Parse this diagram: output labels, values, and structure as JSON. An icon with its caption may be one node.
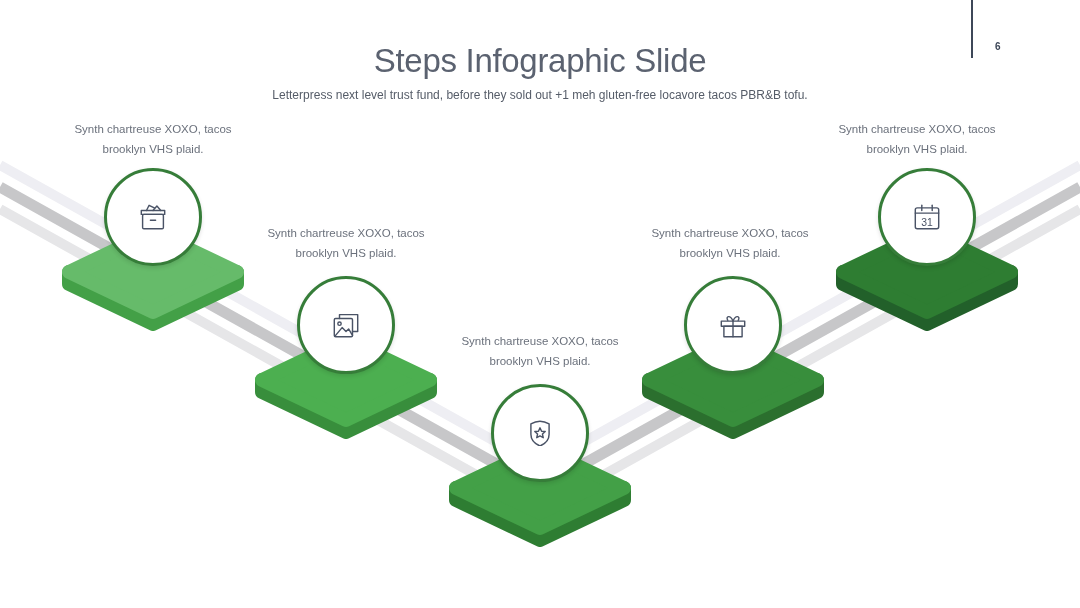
{
  "diagram": {
    "title": "Steps Infographic Slide",
    "nodes": [
      {
        "text": [],
        "shape": "circle",
        "beside": [
          "Synth chartreuse XOXO, tacos brooklyn VHS plaid."
        ]
      },
      {
        "text": [],
        "shape": "circle",
        "beside": [
          "Synth chartreuse XOXO, tacos brooklyn VHS plaid."
        ]
      },
      {
        "text": [],
        "shape": "circle",
        "beside": [
          "Synth chartreuse XOXO, tacos brooklyn VHS plaid."
        ]
      },
      {
        "text": [],
        "shape": "circle",
        "beside": [
          "Synth chartreuse XOXO, tacos brooklyn VHS plaid."
        ]
      },
      {
        "text": [
          "31"
        ],
        "beside": [
          "Synth chartreuse XOXO, tacos brooklyn VHS plaid."
        ]
      }
    ],
    "labels": [
      "6",
      "Letterpress next level trust fund, before they sold out +1 meh gluten-free locavore tacos PBR&B tofu."
    ]
  }
}
